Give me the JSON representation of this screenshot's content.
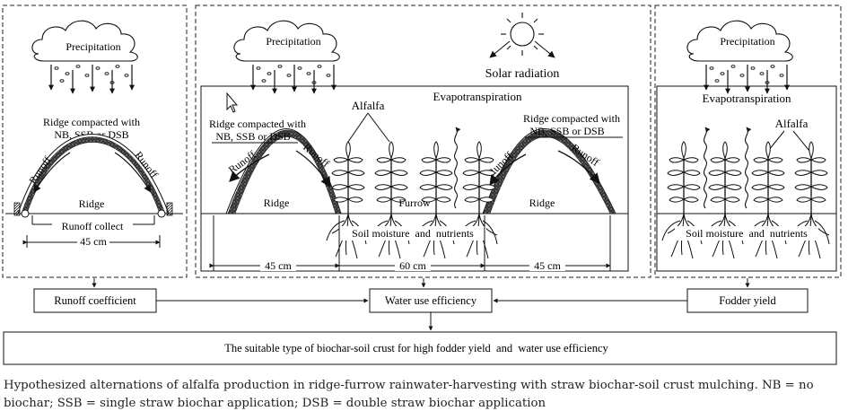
{
  "diagram": {
    "left": {
      "precipitation": "Precipitation",
      "ridge_compacted_line1": "Ridge compacted with",
      "ridge_compacted_line2": "NB, SSB or DSB",
      "runoff_left": "Runoff",
      "runoff_right": "Runoff",
      "ridge": "Ridge",
      "runoff_collect": "Runoff collect",
      "width": "45 cm"
    },
    "middle": {
      "precipitation": "Precipitation",
      "solar_radiation": "Solar radiation",
      "evapotranspiration": "Evapotranspiration",
      "alfalfa": "Alfalfa",
      "ridge_compacted_left_line1": "Ridge compacted with",
      "ridge_compacted_left_line2": "NB, SSB or DSB",
      "ridge_compacted_right_line1": "Ridge compacted with",
      "ridge_compacted_right_line2": "NB, SSB or DSB",
      "runoff_1": "Runoff",
      "runoff_2": "Runoff",
      "runoff_3": "Runoff",
      "runoff_4": "Runoff",
      "ridge_left": "Ridge",
      "furrow": "Furrow",
      "ridge_right": "Ridge",
      "soil": "Soil moisture  and  nutrients",
      "width_ridge_left": "45 cm",
      "width_furrow": "60 cm",
      "width_ridge_right": "45 cm"
    },
    "right": {
      "precipitation": "Precipitation",
      "evapotranspiration": "Evapotranspiration",
      "alfalfa": "Alfalfa",
      "soil": "Soil moisture  and  nutrients"
    },
    "outputs": {
      "runoff_coefficient": "Runoff coefficient",
      "water_use_efficiency": "Water use efficiency",
      "fodder_yield": "Fodder yield",
      "conclusion": "The suitable type of biochar-soil crust for high fodder yield  and  water use efficiency"
    }
  },
  "caption": "Hypothesized alternations of alfalfa production in ridge-furrow rainwater-harvesting with straw biochar-soil crust mulching. NB = no biochar; SSB = single straw biochar application; DSB = double straw biochar application",
  "colors": {
    "line": "#1a1a1a",
    "crust": "#2a2a2a",
    "caption_text": "#222222"
  },
  "icons": [
    "cloud-icon",
    "sun-icon",
    "cursor-icon",
    "alfalfa-plant-icon",
    "roots-icon"
  ]
}
